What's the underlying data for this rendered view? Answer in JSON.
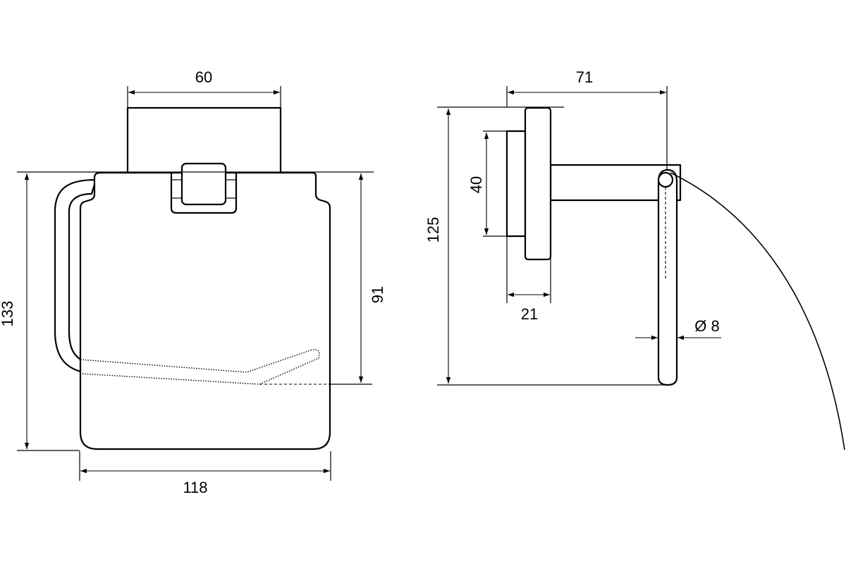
{
  "front_view": {
    "dimensions": {
      "top_width": "60",
      "overall_height": "133",
      "cover_height": "91",
      "overall_width": "118"
    }
  },
  "side_view": {
    "dimensions": {
      "projection": "71",
      "height": "125",
      "base_height": "40",
      "base_depth": "21",
      "rod_diameter": "Ø 8"
    }
  }
}
